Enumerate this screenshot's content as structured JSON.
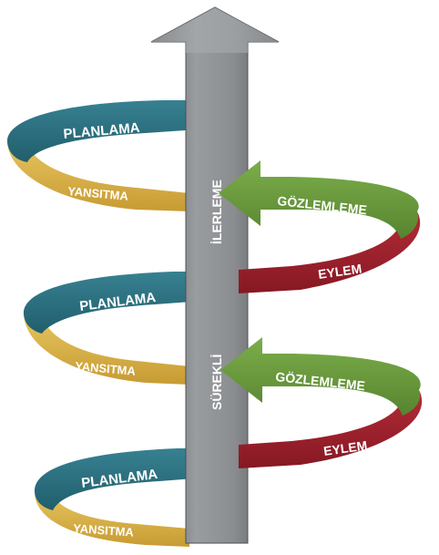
{
  "diagram": {
    "labels": {
      "planning": "PLANLAMA",
      "reflection": "YANSITMA",
      "observation": "GÖZLEMLEME",
      "action": "EYLEM",
      "arrow_word_top": "İLERLEME",
      "arrow_word_bottom": "SÜREKLİ"
    },
    "colors": {
      "planning": "#2f7585",
      "reflection": "#dab44a",
      "observation": "#6a9b3e",
      "action": "#a0222e",
      "central_arrow": "#7f8285",
      "text": "#ffffff"
    }
  }
}
